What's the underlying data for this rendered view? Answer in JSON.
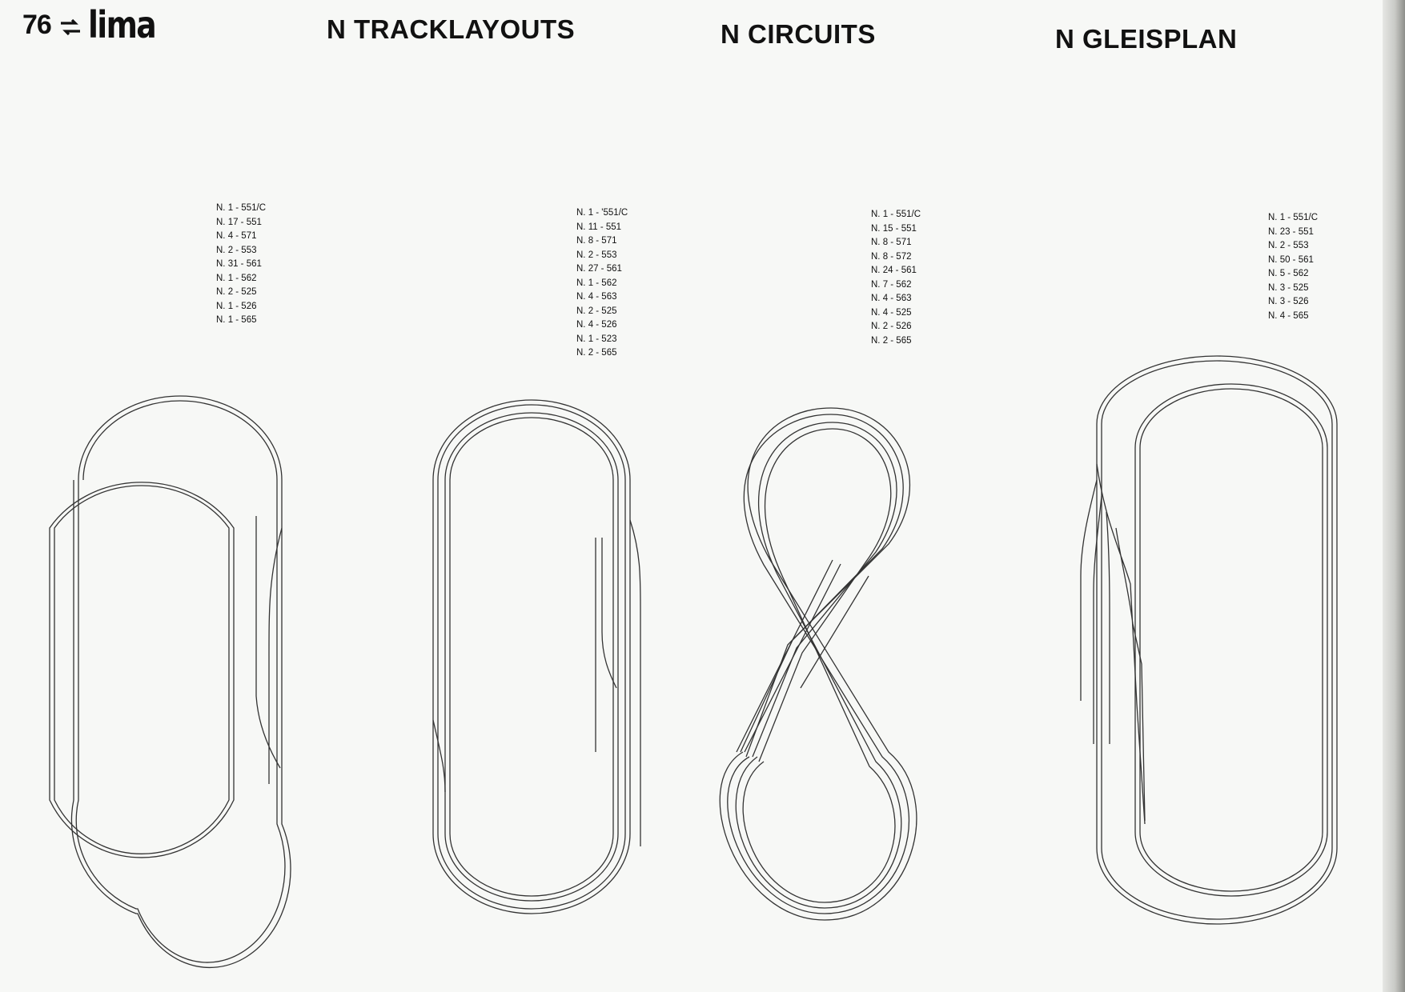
{
  "header": {
    "page_number": "76",
    "brand": "lima"
  },
  "titles": [
    "N TRACKLAYOUTS",
    "N CIRCUITS",
    "N GLEISPLAN"
  ],
  "layouts": [
    {
      "parts": [
        "N. 1 - 551/C",
        "N. 17 - 551",
        "N. 4 - 571",
        "N. 2 - 553",
        "N. 31 - 561",
        "N. 1 - 562",
        "N. 2 - 525",
        "N. 1 - 526",
        "N. 1 - 565"
      ]
    },
    {
      "parts": [
        "N. 1 - '551/C",
        "N. 11 - 551",
        "N. 8 - 571",
        "N. 2 - 553",
        "N. 27 - 561",
        "N. 1 - 562",
        "N. 4 - 563",
        "N. 2 - 525",
        "N. 4 - 526",
        "N. 1 - 523",
        "N. 2 - 565"
      ]
    },
    {
      "parts": [
        "N. 1 - 551/C",
        "N. 15 - 551",
        "N. 8 - 571",
        "N. 8 - 572",
        "N. 24 - 561",
        "N. 7 - 562",
        "N. 4 - 563",
        "N. 4 - 525",
        "N. 2 - 526",
        "N. 2 - 565"
      ]
    },
    {
      "parts": [
        "N. 1 - 551/C",
        "N. 23 - 551",
        "N. 2 - 553",
        "N. 50 - 561",
        "N. 5 - 562",
        "N. 3 - 525",
        "N. 3 - 526",
        "N. 4 - 565"
      ]
    }
  ]
}
